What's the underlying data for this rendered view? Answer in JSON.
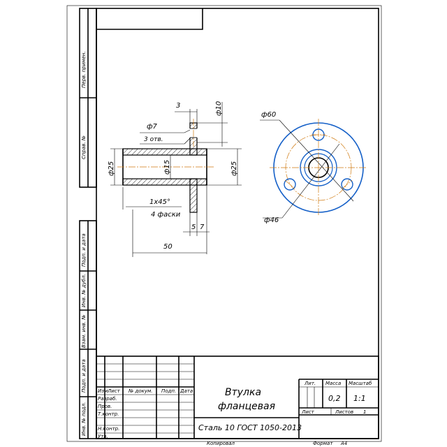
{
  "side_labels": {
    "perv_primen": "Перв. примен.",
    "sprav_no": "Справ. №",
    "podp_data_1": "Подп. и дата",
    "inv_dubl": "Инв. № дубл.",
    "vzam_inv": "Взам. инв. №",
    "podp_data_2": "Подп. и дата",
    "inv_podl": "Инв. № подл."
  },
  "dimensions": {
    "d3": "3",
    "d10": "ф10",
    "d7": "ф7",
    "holes": "3 отв.",
    "d25_left": "ф25",
    "d15": "ф15",
    "d25_right": "ф25",
    "chamfer": "1x45°",
    "chamfer_count": "4 фаски",
    "l5": "5",
    "l7": "7",
    "l50": "50",
    "d60": "ф60",
    "d46": "ф46"
  },
  "title_block": {
    "col_izm": "Изм",
    "col_list": "Лист",
    "col_docno": "№ докум.",
    "col_podp": "Подп.",
    "col_data": "Дата",
    "row_razrab": "Разраб.",
    "row_prov": "Пров.",
    "row_tkontr": "Т.контр.",
    "row_nkontr": "Н.контр.",
    "row_utv": "Утв.",
    "name_line1": "Втулка",
    "name_line2": "фланцевая",
    "material": "Сталь 10 ГОСТ 1050-2013",
    "lit_header": "Лит.",
    "mass_header": "Масса",
    "scale_header": "Масштаб",
    "mass_value": "0,2",
    "scale_value": "1:1",
    "sheet_label": "Лист",
    "sheets_label": "Листов",
    "sheets_value": "1"
  },
  "footer": {
    "copied": "Копировал",
    "format_label": "Формат",
    "format_value": "А4"
  },
  "colors": {
    "axis": "#d07a10",
    "view_lines": "#1560c8",
    "lines": "#000000"
  }
}
